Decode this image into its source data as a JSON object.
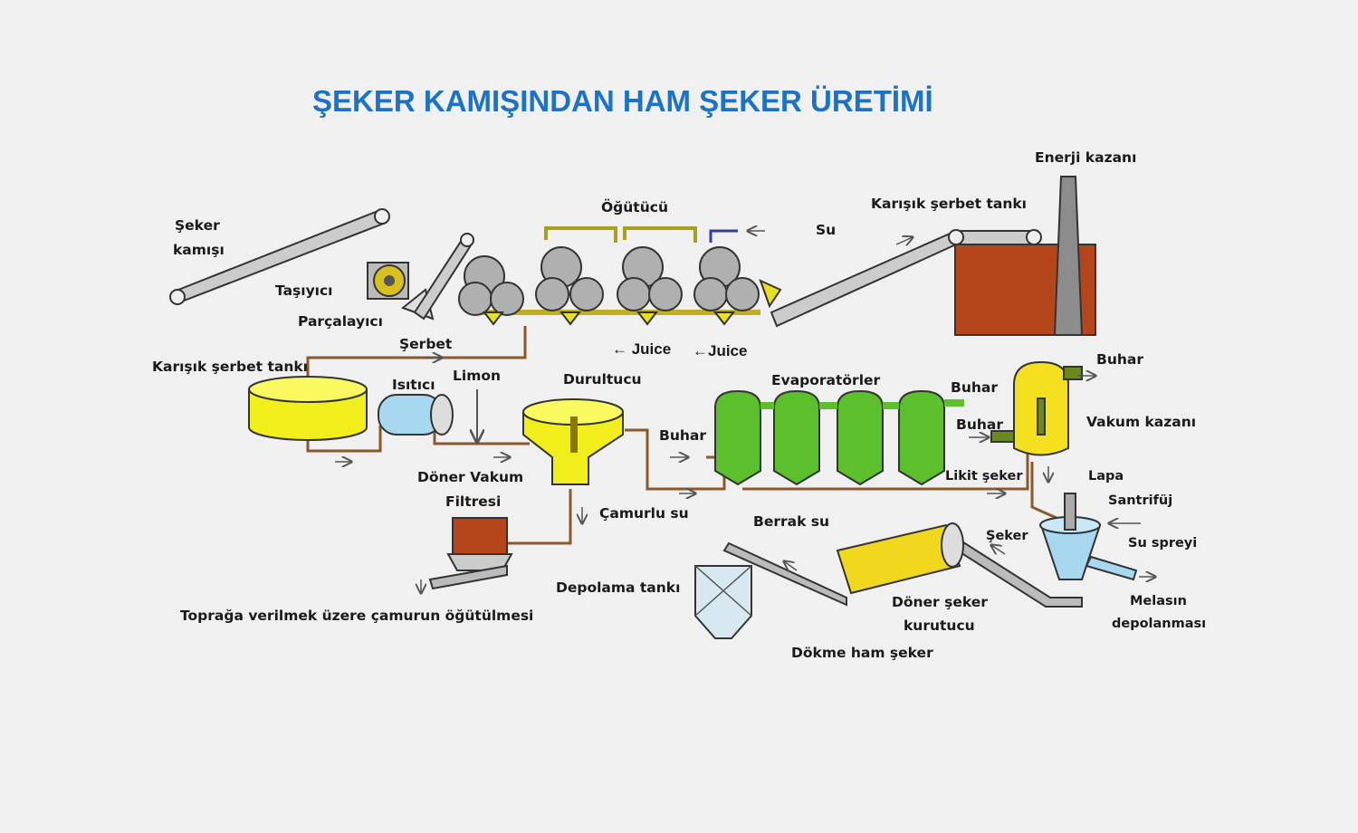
{
  "title": "ŞEKER KAMIŞINDAN HAM ŞEKER ÜRETİMİ",
  "labels": {
    "seker_kamisi_1": "Şeker",
    "seker_kamisi_2": "kamışı",
    "tasiyici": "Taşıyıcı",
    "parcalayici": "Parçalayıcı",
    "ogutucu": "Öğütücü",
    "su": "Su",
    "karisik_serbet_tanki_top": "Karışık şerbet tankı",
    "enerji_kazani": "Enerji kazanı",
    "serbet": "Şerbet",
    "karisik_serbet_tanki": "Karışık şerbet tankı",
    "isitici": "Isıtıcı",
    "limon": "Limon",
    "durultucu": "Durultucu",
    "evaporatorler": "Evaporatörler",
    "buhar_1": "Buhar",
    "buhar_2": "Buhar",
    "buhar_3": "Buhar",
    "buhar_4": "Buhar",
    "vakum_kazani": "Vakum kazanı",
    "juice_1": "← Juice",
    "juice_2": "←Juice",
    "doner_vakum_1": "Döner Vakum",
    "doner_vakum_2": "Filtresi",
    "camurlu_su": "Çamurlu su",
    "berrak_su": "Berrak su",
    "likit_seker": "Likit şeker",
    "lapa": "Lapa",
    "santrifuj": "Santrifüj",
    "seker": "Şeker",
    "su_spreyi": "Su spreyi",
    "melasin_1": "Melasın",
    "melasin_2": "depolanması",
    "doner_seker_1": "Döner şeker",
    "doner_seker_2": "kurutucu",
    "depolama_tanki": "Depolama tankı",
    "dokme_ham_seker": "Dökme ham şeker",
    "topraga": "Toprağa verilmek üzere çamurun öğütülmesi"
  },
  "colors": {
    "title": "#1c72c4",
    "tank_yellow": "#f2ee1c",
    "evaporator_green": "#5cc02c",
    "brick": "#b5461c",
    "pipe": "#8a5a2e",
    "heater_blue": "#a8d8f0"
  }
}
